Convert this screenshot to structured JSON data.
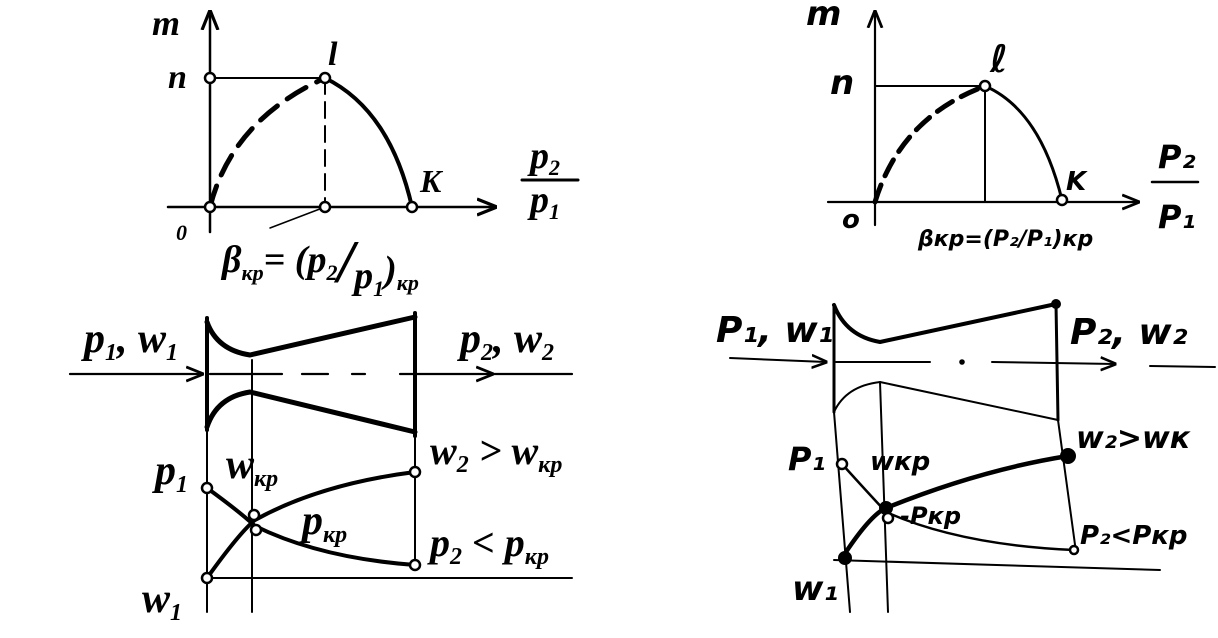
{
  "left": {
    "top": {
      "y_axis": "m",
      "origin": "0",
      "n_label": "n",
      "l_label": "l",
      "k_label": "K",
      "x_num": "p",
      "x_num_sub": "2",
      "x_den": "p",
      "x_den_sub": "1",
      "beta": "β",
      "beta_sub": "кр",
      "beta_eq": "= (",
      "beta_p2": "p",
      "beta_p2_sub": "2",
      "beta_slash": "/",
      "beta_p1": "p",
      "beta_p1_sub": "1",
      "beta_close": ")",
      "beta_close_sub": "кр"
    },
    "bottom": {
      "inlet": "p",
      "inlet_sub1": "1",
      "inlet_w": ", w",
      "inlet_sub2": "1",
      "outlet": "p",
      "outlet_sub1": "2",
      "outlet_w": ", w",
      "outlet_sub2": "2",
      "p1": "p",
      "p1_sub": "1",
      "wkp": "w",
      "wkp_sub": "кр",
      "pkp": "p",
      "pkp_sub": "кр",
      "w1": "w",
      "w1_sub": "1",
      "w2_label": "w",
      "w2_sub": "2",
      "w2_rel": " > w",
      "w2_rel_sub": "кр",
      "p2_label": "p",
      "p2_sub": "2",
      "p2_rel": " < p",
      "p2_rel_sub": "кр"
    }
  },
  "right": {
    "top": {
      "y_axis": "m",
      "origin": "o",
      "n_label": "n",
      "l_label": "ℓ",
      "k_label": "K",
      "x_num": "P₂",
      "x_den": "P₁",
      "beta_text": "βкр=(P₂/P₁)кр"
    },
    "bottom": {
      "inlet": "P₁, w₁",
      "outlet": "P₂, w₂",
      "p1": "P₁",
      "wkp": "wкр",
      "pkp": "-Pкр",
      "w2_rel": "w₂>wк",
      "p2_rel": "P₂<Pкр",
      "w1": "w₁"
    }
  }
}
